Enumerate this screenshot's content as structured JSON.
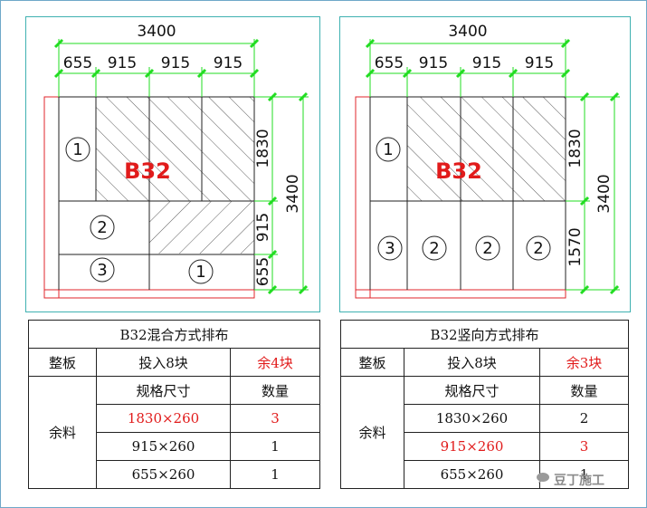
{
  "left_diagram": {
    "width_total": "3400",
    "width_segments": [
      "655",
      "915",
      "915",
      "915"
    ],
    "height_total": "3400",
    "height_segments": [
      "1830",
      "915",
      "655"
    ],
    "board_label": "B32",
    "piece_labels": [
      "1",
      "2",
      "3",
      "1"
    ]
  },
  "right_diagram": {
    "width_total": "3400",
    "width_segments": [
      "655",
      "915",
      "915",
      "915"
    ],
    "height_total": "3400",
    "height_segments": [
      "1830",
      "1570"
    ],
    "board_label": "B32",
    "piece_labels": [
      "1",
      "3",
      "2",
      "2",
      "2"
    ]
  },
  "left_table": {
    "title": "B32混合方式排布",
    "whole_label": "整板",
    "input_text": "投入8块",
    "remain_text": "余4块",
    "leftover_label": "余料",
    "spec_header": "规格尺寸",
    "qty_header": "数量",
    "rows": [
      {
        "spec": "1830×260",
        "qty": "3",
        "highlight": true
      },
      {
        "spec": "915×260",
        "qty": "1",
        "highlight": false
      },
      {
        "spec": "655×260",
        "qty": "1",
        "highlight": false
      }
    ]
  },
  "right_table": {
    "title": "B32竖向方式排布",
    "whole_label": "整板",
    "input_text": "投入8块",
    "remain_text": "余3块",
    "leftover_label": "余料",
    "spec_header": "规格尺寸",
    "qty_header": "数量",
    "rows": [
      {
        "spec": "1830×260",
        "qty": "2",
        "highlight": false
      },
      {
        "spec": "915×260",
        "qty": "3",
        "highlight": true
      },
      {
        "spec": "655×260",
        "qty": "1",
        "highlight": false
      }
    ]
  },
  "watermark": "豆丁施工",
  "colors": {
    "dimension_line": "#22dd22",
    "board_outline": "#e0242b",
    "label_red": "#e11b1b",
    "frame": "#3fb1b1"
  }
}
